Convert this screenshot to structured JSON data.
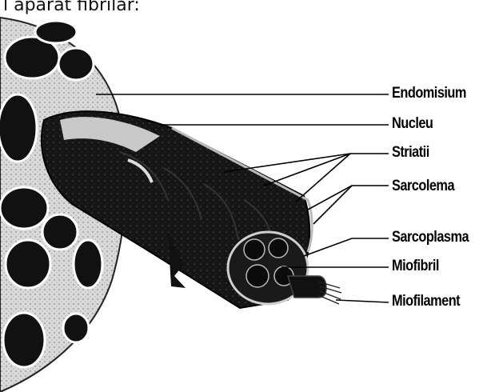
{
  "caption": "l aparat fibrilar:",
  "labels": {
    "endomisium": "Endomisium",
    "nucleu": "Nucleu",
    "striatii": "Striatii",
    "sarcolema": "Sarcolema",
    "sarcoplasma": "Sarcoplasma",
    "miofibril": "Miofibril",
    "miofilament": "Miofilament"
  }
}
